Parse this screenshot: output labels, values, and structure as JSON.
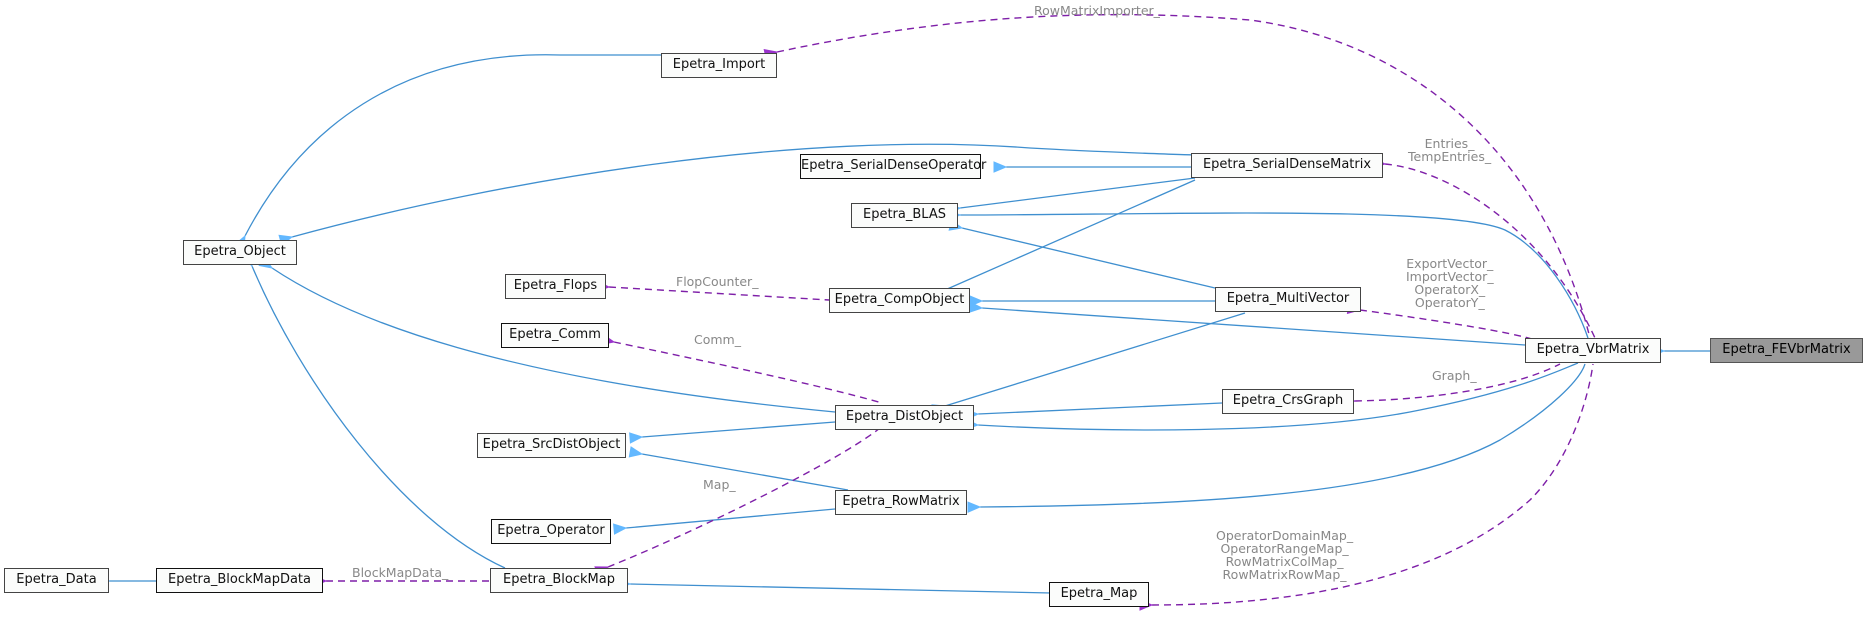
{
  "title": "Collaboration diagram for Epetra_FEVbrMatrix",
  "colors": {
    "inheritance_edge": "#3f8fcf",
    "inheritance_arrow": "#63b8ff",
    "usage_edge": "#7e1fa8",
    "usage_arrow": "#9a32cd",
    "focus_node_fill": "#999999",
    "node_fill": "#fbfcfb",
    "edge_label": "#888888"
  },
  "nodes": {
    "fevbrmatrix": "Epetra_FEVbrMatrix",
    "vbrmatrix": "Epetra_VbrMatrix",
    "import": "Epetra_Import",
    "serialdensematrix": "Epetra_SerialDenseMatrix",
    "serialdenseoperator": "Epetra_SerialDenseOperator",
    "blas": "Epetra_BLAS",
    "object": "Epetra_Object",
    "flops": "Epetra_Flops",
    "compobject": "Epetra_CompObject",
    "multivector": "Epetra_MultiVector",
    "comm": "Epetra_Comm",
    "distobject": "Epetra_DistObject",
    "crsgraph": "Epetra_CrsGraph",
    "srcdistobject": "Epetra_SrcDistObject",
    "rowmatrix": "Epetra_RowMatrix",
    "operator": "Epetra_Operator",
    "data": "Epetra_Data",
    "blockmapdata": "Epetra_BlockMapData",
    "blockmap": "Epetra_BlockMap",
    "map": "Epetra_Map"
  },
  "edge_labels": {
    "rowmatriximporter": "RowMatrixImporter_",
    "entries": "Entries_\nTempEntries_",
    "flopcounter": "FlopCounter_",
    "vectors": "ExportVector_\nImportVector_\nOperatorX_\nOperatorY_",
    "comm": "Comm_",
    "graph": "Graph_",
    "map": "Map_",
    "maps": "OperatorDomainMap_\nOperatorRangeMap_\nRowMatrixColMap_\nRowMatrixRowMap_",
    "blockmapdata": "BlockMapData_"
  },
  "edges": [
    {
      "from": "fevbrmatrix",
      "to": "vbrmatrix",
      "kind": "inheritance"
    },
    {
      "from": "vbrmatrix",
      "to": "distobject",
      "kind": "inheritance"
    },
    {
      "from": "vbrmatrix",
      "to": "compobject",
      "kind": "inheritance"
    },
    {
      "from": "vbrmatrix",
      "to": "blas",
      "kind": "inheritance"
    },
    {
      "from": "vbrmatrix",
      "to": "rowmatrix",
      "kind": "inheritance"
    },
    {
      "from": "vbrmatrix",
      "to": "import",
      "kind": "usage",
      "label": "rowmatriximporter"
    },
    {
      "from": "vbrmatrix",
      "to": "serialdensematrix",
      "kind": "usage",
      "label": "entries"
    },
    {
      "from": "vbrmatrix",
      "to": "multivector",
      "kind": "usage",
      "label": "vectors"
    },
    {
      "from": "vbrmatrix",
      "to": "crsgraph",
      "kind": "usage",
      "label": "graph"
    },
    {
      "from": "vbrmatrix",
      "to": "map",
      "kind": "usage",
      "label": "maps"
    },
    {
      "from": "import",
      "to": "object",
      "kind": "inheritance"
    },
    {
      "from": "serialdensematrix",
      "to": "serialdenseoperator",
      "kind": "inheritance"
    },
    {
      "from": "serialdensematrix",
      "to": "object",
      "kind": "inheritance"
    },
    {
      "from": "serialdensematrix",
      "to": "blas",
      "kind": "inheritance"
    },
    {
      "from": "serialdensematrix",
      "to": "compobject",
      "kind": "inheritance"
    },
    {
      "from": "multivector",
      "to": "blas",
      "kind": "inheritance"
    },
    {
      "from": "multivector",
      "to": "compobject",
      "kind": "inheritance"
    },
    {
      "from": "multivector",
      "to": "distobject",
      "kind": "inheritance"
    },
    {
      "from": "compobject",
      "to": "flops",
      "kind": "usage",
      "label": "flopcounter"
    },
    {
      "from": "distobject",
      "to": "object",
      "kind": "inheritance"
    },
    {
      "from": "distobject",
      "to": "srcdistobject",
      "kind": "inheritance"
    },
    {
      "from": "distobject",
      "to": "comm",
      "kind": "usage",
      "label": "comm"
    },
    {
      "from": "distobject",
      "to": "blockmap",
      "kind": "usage",
      "label": "map"
    },
    {
      "from": "crsgraph",
      "to": "distobject",
      "kind": "inheritance"
    },
    {
      "from": "rowmatrix",
      "to": "srcdistobject",
      "kind": "inheritance"
    },
    {
      "from": "rowmatrix",
      "to": "operator",
      "kind": "inheritance"
    },
    {
      "from": "blockmap",
      "to": "object",
      "kind": "inheritance"
    },
    {
      "from": "blockmap",
      "to": "blockmapdata",
      "kind": "usage",
      "label": "blockmapdata"
    },
    {
      "from": "blockmapdata",
      "to": "data",
      "kind": "inheritance"
    },
    {
      "from": "map",
      "to": "blockmap",
      "kind": "inheritance"
    }
  ]
}
